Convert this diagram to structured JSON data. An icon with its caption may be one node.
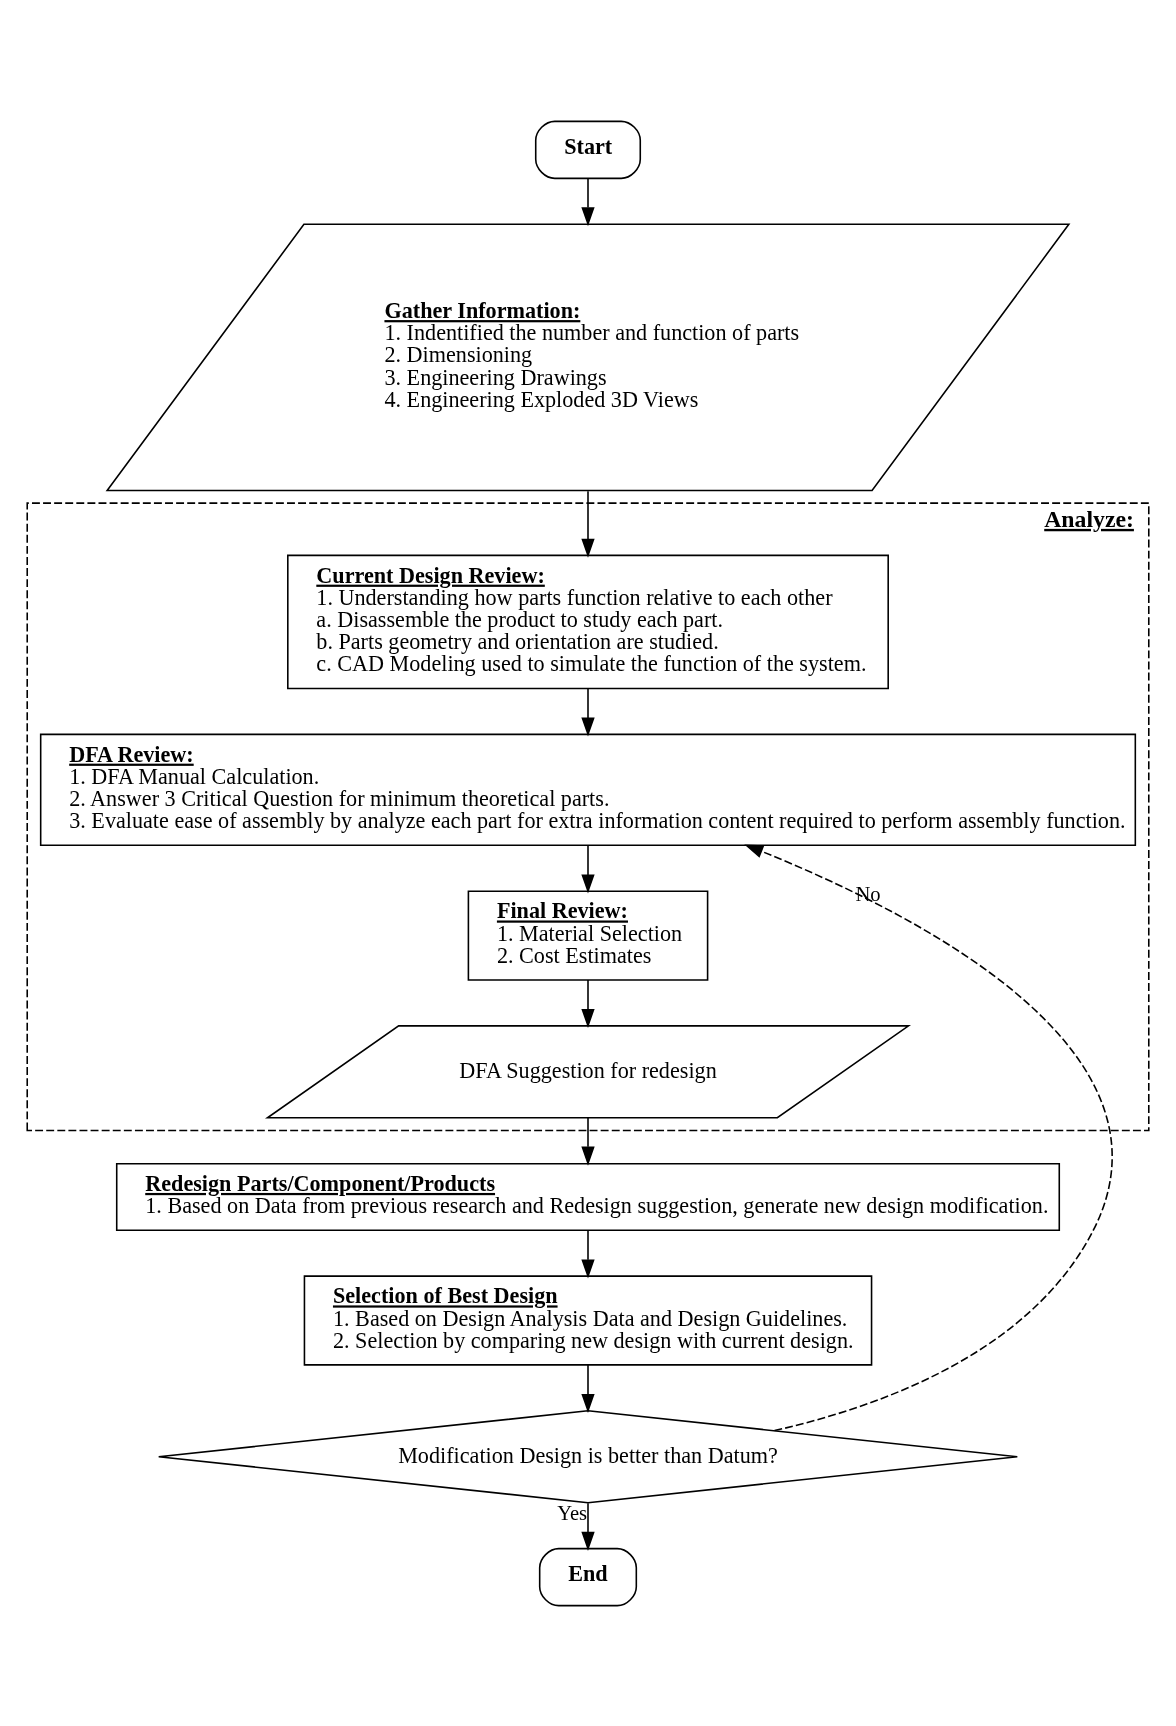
{
  "diagram": {
    "nodes": [
      {
        "text": [
          "Start"
        ]
      },
      {
        "text": [
          "Gather Information:",
          "1. Indentified the number and function of parts",
          "2. Dimensioning",
          "3. Engineering Drawings",
          "4. Engineering Exploded 3D Views"
        ]
      },
      {
        "text": [
          "Analyze:"
        ]
      },
      {
        "text": [
          "Current Design Review:",
          "1. Understanding how parts function relative to each other",
          "a. Disassemble the product to study each part.",
          "b. Parts geometry and orientation are studied.",
          "c. CAD Modeling used to simulate the function of the system."
        ],
        "in": 2
      },
      {
        "text": [
          "DFA Review:",
          "1. DFA Manual Calculation.",
          "2. Answer 3 Critical Question for minimum theoretical parts.",
          "3. Evaluate ease of assembly by analyze each part for extra information content required to perform assembly function."
        ],
        "in": 2
      },
      {
        "text": [
          "Final Review:",
          "1. Material Selection",
          "2. Cost Estimates"
        ],
        "in": 2
      },
      {
        "text": [
          "DFA Suggestion for redesign"
        ],
        "in": 2
      },
      {
        "text": [
          "Redesign Parts/Component/Products",
          "1. Based on Data from previous research and Redesign suggestion, generate new design modification."
        ]
      },
      {
        "text": [
          "Selection of Best Design",
          "1. Based on Design Analysis Data and Design Guidelines.",
          "2. Selection by comparing new design with current design."
        ]
      },
      {
        "text": [
          "Modification Design is better than Datum?"
        ]
      },
      {
        "text": [
          "End"
        ]
      }
    ],
    "edges": [
      {
        "from": 0,
        "to": 1,
        "arrow": "to"
      },
      {
        "from": 1,
        "to": 3,
        "arrow": "to"
      },
      {
        "from": 3,
        "to": 4,
        "arrow": "to"
      },
      {
        "from": 4,
        "to": 5,
        "arrow": "to"
      },
      {
        "from": 5,
        "to": 6,
        "arrow": "to"
      },
      {
        "from": 6,
        "to": 7,
        "arrow": "to"
      },
      {
        "from": 7,
        "to": 8,
        "arrow": "to"
      },
      {
        "from": 8,
        "to": 9,
        "arrow": "to"
      },
      {
        "from": 9,
        "to": 10,
        "arrow": "to",
        "label": "Yes"
      },
      {
        "from": 9,
        "to": 4,
        "arrow": "to",
        "label": "No",
        "style": "dashed"
      }
    ]
  }
}
